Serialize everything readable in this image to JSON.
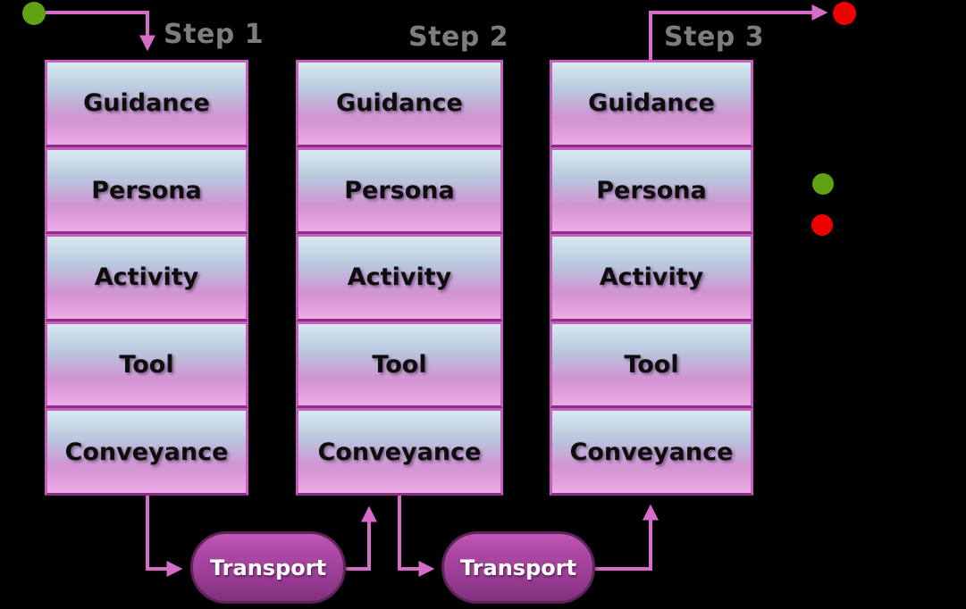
{
  "diagram": {
    "steps": [
      {
        "label": "Step 1",
        "boxes": [
          "Guidance",
          "Persona",
          "Activity",
          "Tool",
          "Conveyance"
        ]
      },
      {
        "label": "Step 2",
        "boxes": [
          "Guidance",
          "Persona",
          "Activity",
          "Tool",
          "Conveyance"
        ]
      },
      {
        "label": "Step 3",
        "boxes": [
          "Guidance",
          "Persona",
          "Activity",
          "Tool",
          "Conveyance"
        ]
      }
    ],
    "transports": [
      {
        "label": "Transport"
      },
      {
        "label": "Transport"
      }
    ],
    "markers": {
      "start_dot": "green-dot",
      "end_dot": "red-dot",
      "legend": [
        "green-dot",
        "red-dot"
      ]
    },
    "colors": {
      "background": "#000000",
      "box_border": "#c85dbf",
      "box_gradient_top": "#d6eaf0",
      "box_gradient_bottom": "#edabe5",
      "arrow": "#d46cc8",
      "transport_top": "#bd58b4",
      "transport_bottom": "#83307f",
      "step_label": "#7d7d7d",
      "start_dot": "#5fa312",
      "end_dot": "#ee0000"
    }
  }
}
